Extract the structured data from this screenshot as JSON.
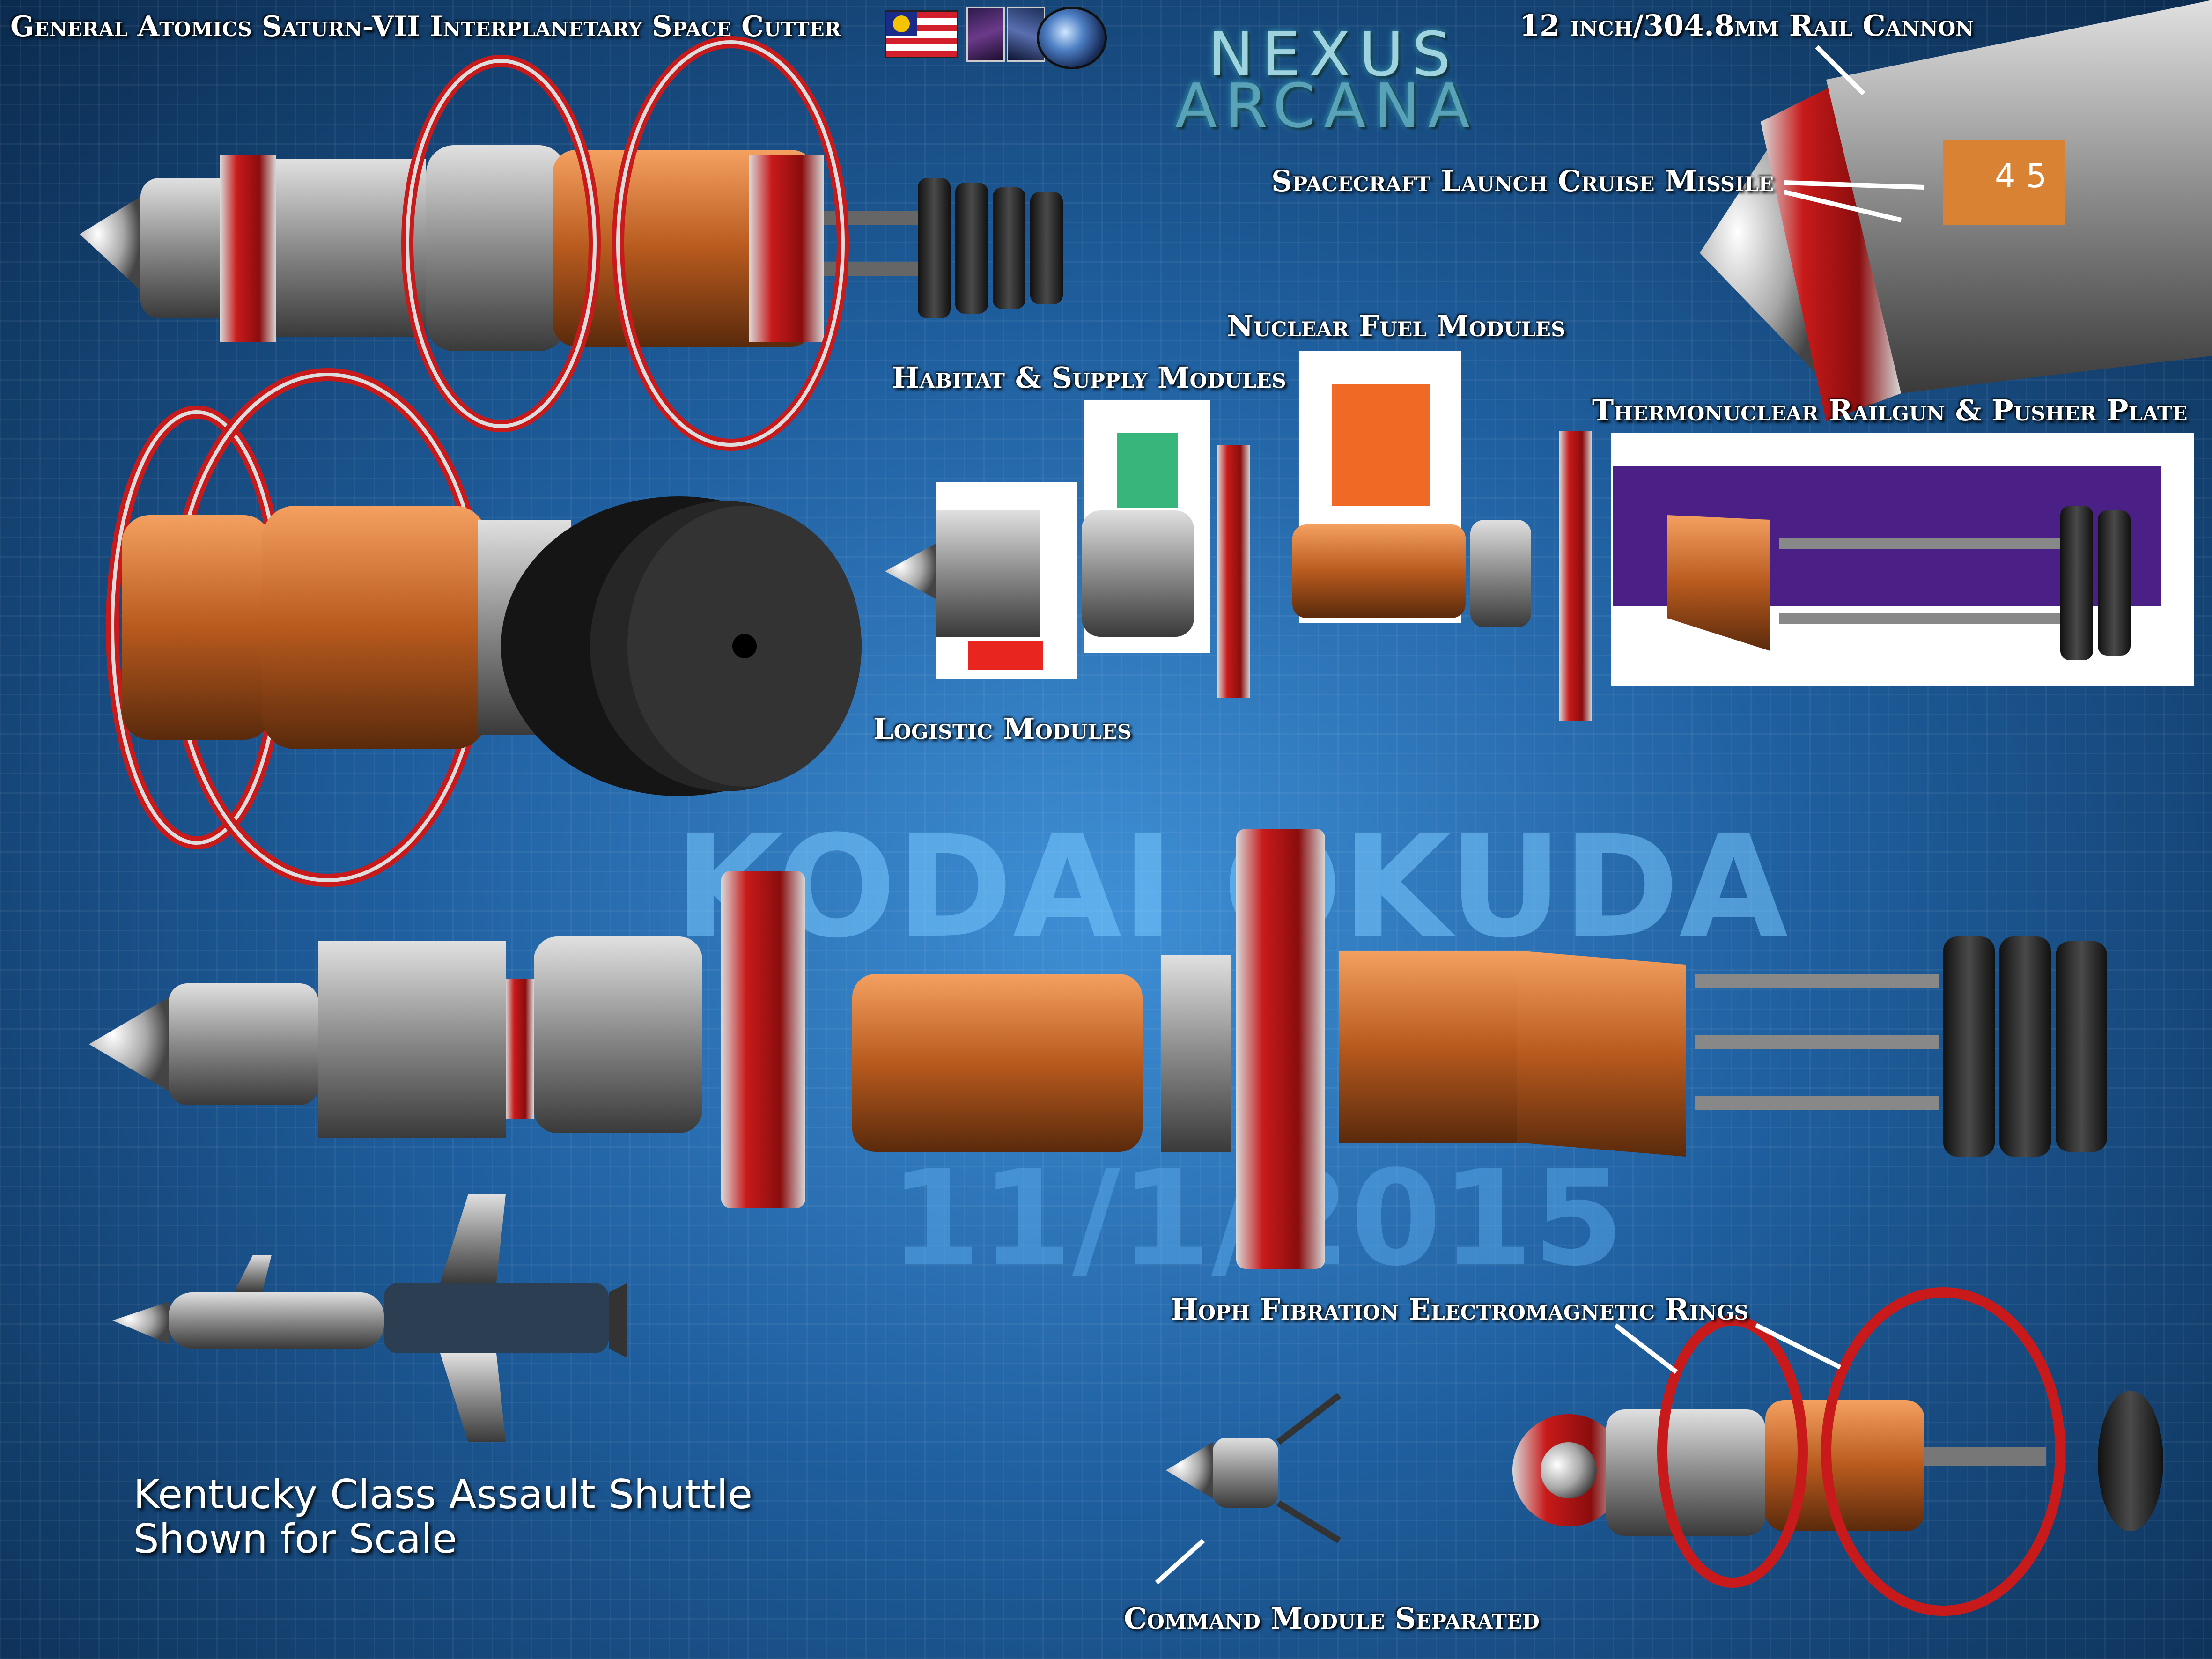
{
  "header": {
    "title": "General Atomics Saturn-VII Interplanetary Space Cutter"
  },
  "logo": {
    "line1": "NEXUS",
    "line2": "ARCANA"
  },
  "watermark": {
    "name": "KODAI OKUDA",
    "date": "11/1/2015"
  },
  "callouts": {
    "rail_cannon": "12 inch/304.8mm Rail Cannon",
    "cruise_missile": "Spacecraft Launch Cruise Missile",
    "nuclear_fuel": "Nuclear Fuel Modules",
    "habitat": "Habitat & Supply Modules",
    "railgun_pusher": "Thermonuclear Railgun & Pusher Plate",
    "logistic": "Logistic Modules",
    "hoph_rings": "Hoph Fibration Electromagnetic Rings",
    "command_module": "Command Module Separated"
  },
  "scale_note": {
    "line1": "Kentucky Class Assault Shuttle",
    "line2": "Shown for Scale"
  },
  "legend": {
    "logistic_color": "#e8261f",
    "habitat_color": "#36b67a",
    "fuel_color": "#f06a25",
    "railgun_color": "#4b2086"
  },
  "icons": [
    "flag-icon",
    "book-cover-icon",
    "book-cover-icon",
    "planet-emblem-icon"
  ]
}
